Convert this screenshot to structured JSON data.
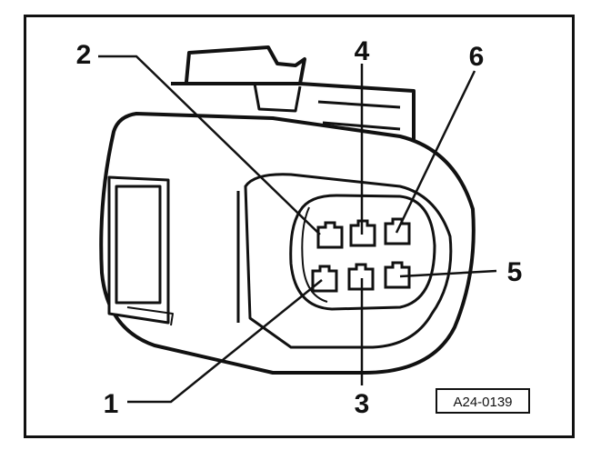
{
  "figure_id": "A24-0139",
  "pins": [
    {
      "label": "1"
    },
    {
      "label": "2"
    },
    {
      "label": "3"
    },
    {
      "label": "4"
    },
    {
      "label": "5"
    },
    {
      "label": "6"
    }
  ]
}
